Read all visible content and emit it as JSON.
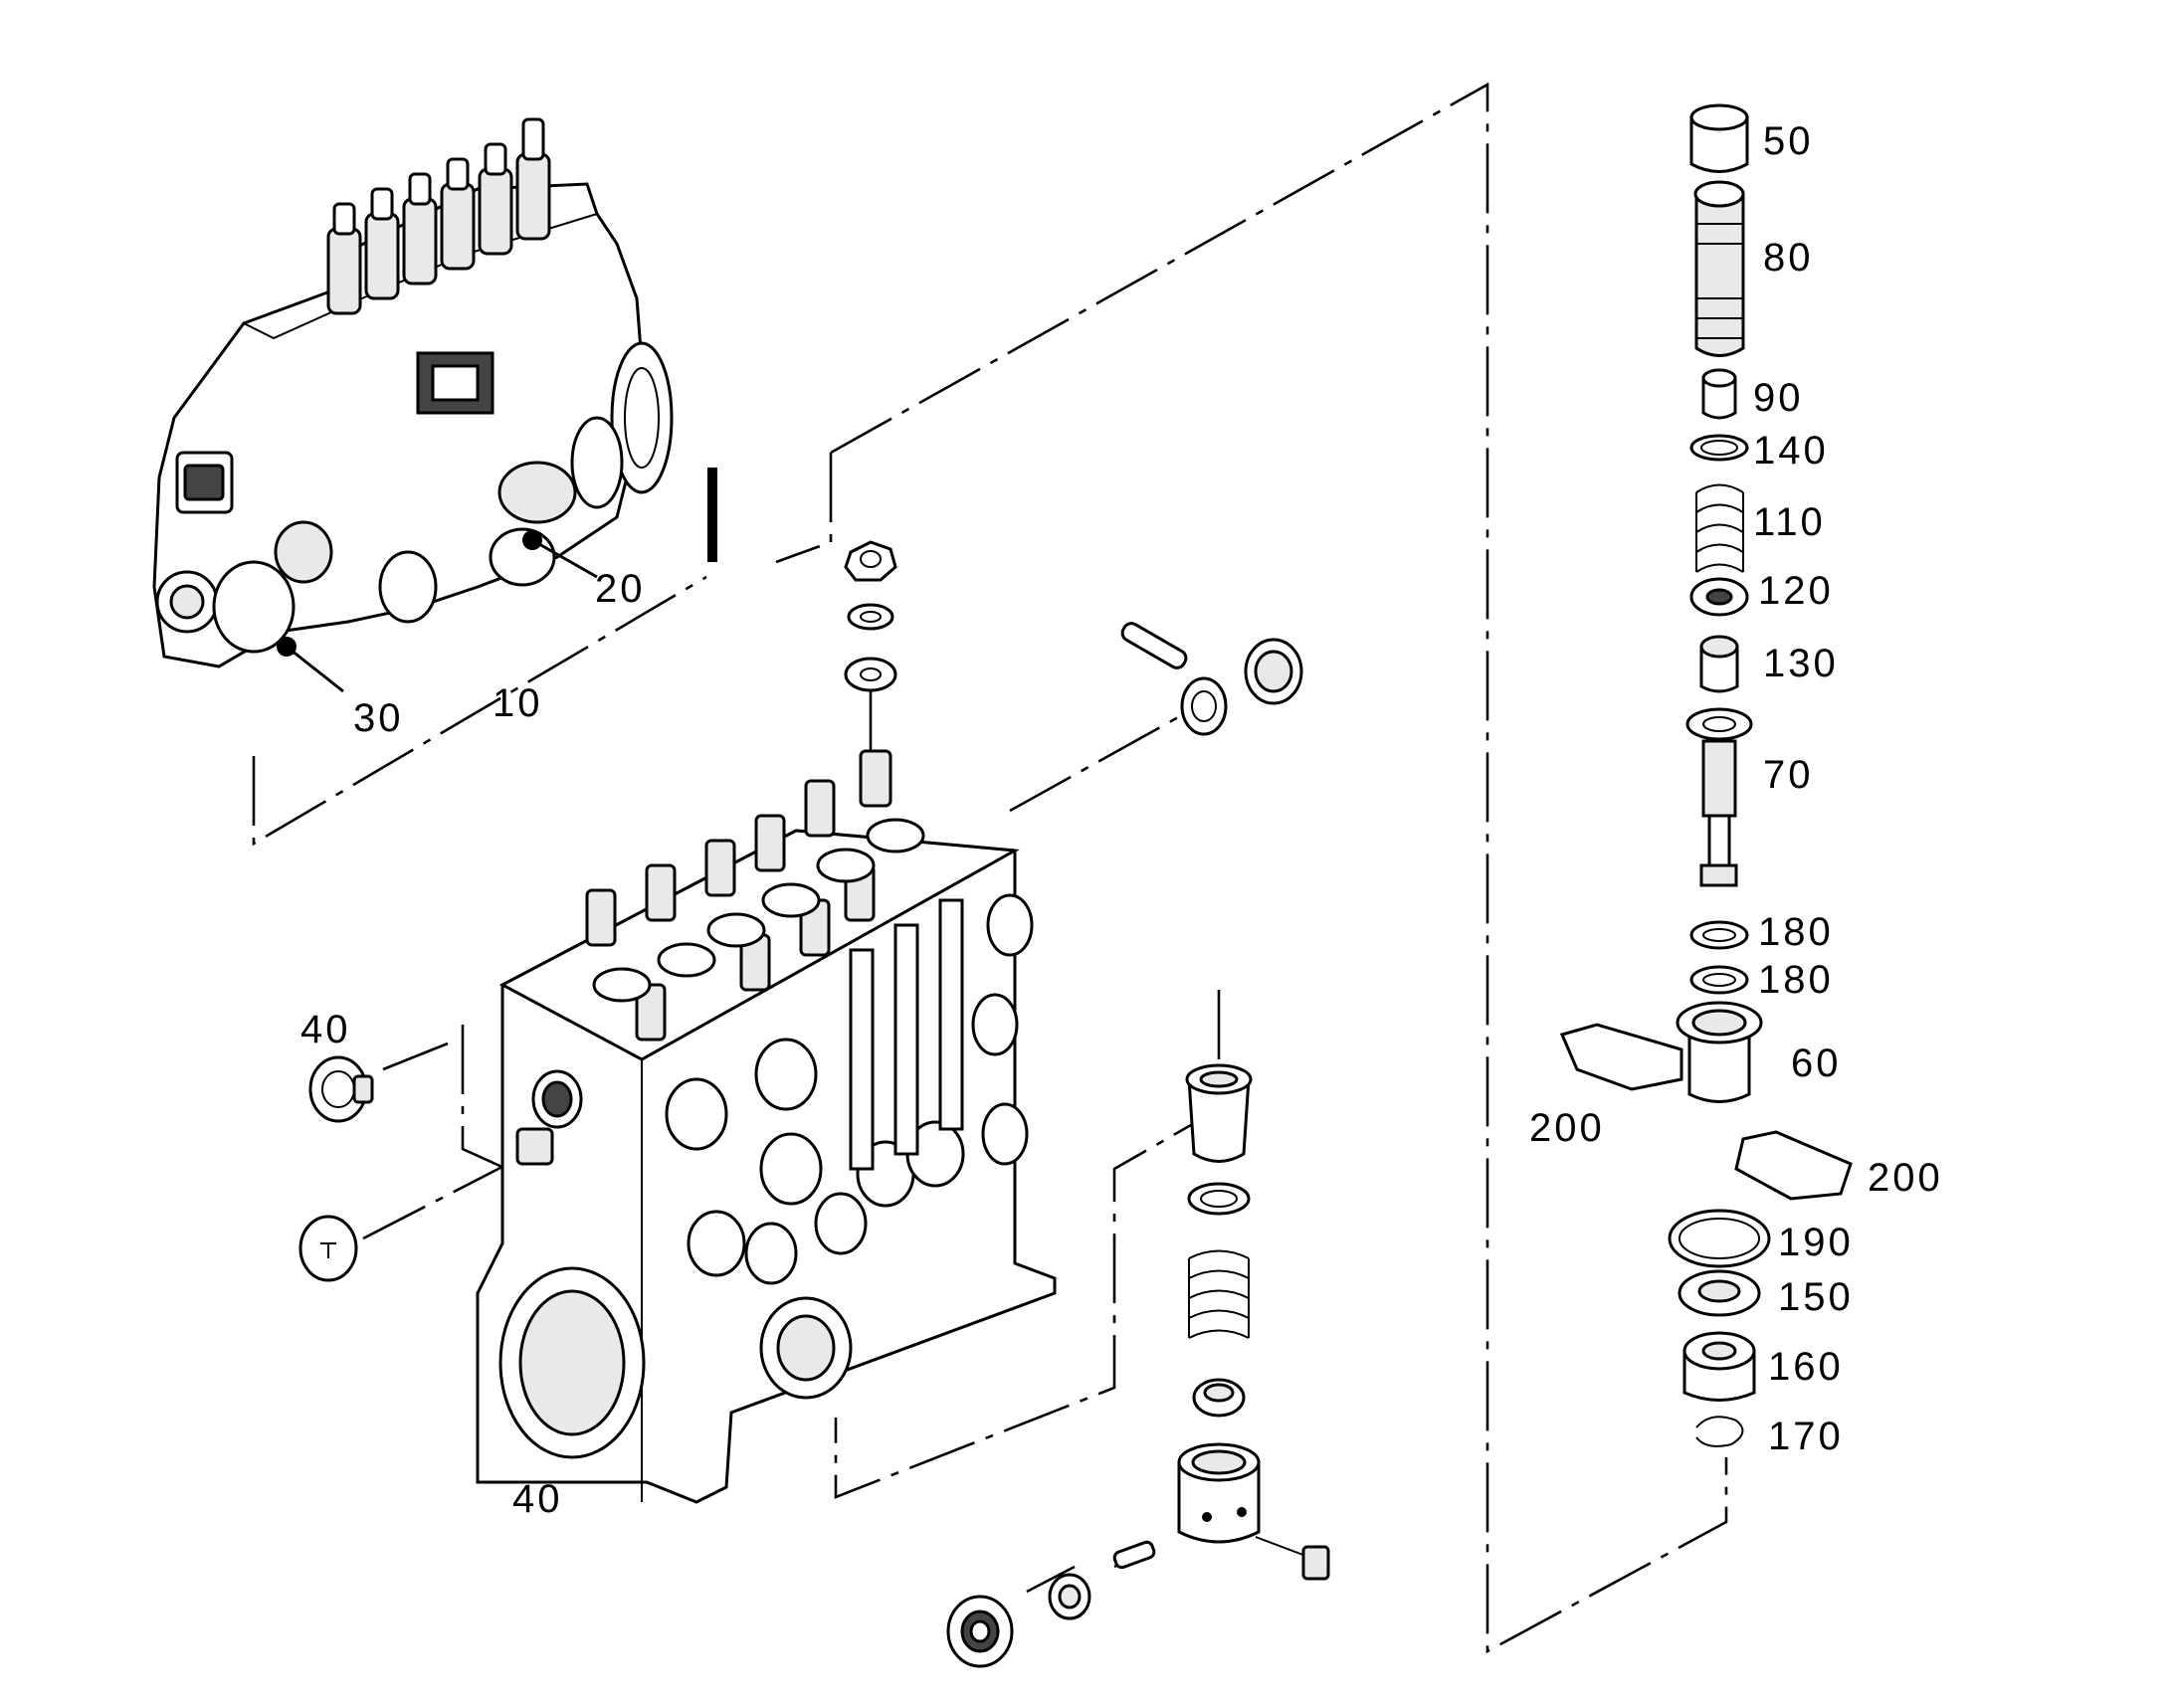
{
  "diagram": {
    "callouts": [
      {
        "id": "c10",
        "text": "10"
      },
      {
        "id": "c20",
        "text": "20"
      },
      {
        "id": "c30",
        "text": "30"
      },
      {
        "id": "c40a",
        "text": "40"
      },
      {
        "id": "c40b",
        "text": "40"
      },
      {
        "id": "c50",
        "text": "50"
      },
      {
        "id": "c60",
        "text": "60"
      },
      {
        "id": "c70",
        "text": "70"
      },
      {
        "id": "c80",
        "text": "80"
      },
      {
        "id": "c90",
        "text": "90"
      },
      {
        "id": "c110",
        "text": "110"
      },
      {
        "id": "c120",
        "text": "120"
      },
      {
        "id": "c130",
        "text": "130"
      },
      {
        "id": "c140",
        "text": "140"
      },
      {
        "id": "c150",
        "text": "150"
      },
      {
        "id": "c160",
        "text": "160"
      },
      {
        "id": "c170",
        "text": "170"
      },
      {
        "id": "c180a",
        "text": "180"
      },
      {
        "id": "c180b",
        "text": "180"
      },
      {
        "id": "c190",
        "text": "190"
      },
      {
        "id": "c200a",
        "text": "200"
      },
      {
        "id": "c200b",
        "text": "200"
      }
    ]
  }
}
